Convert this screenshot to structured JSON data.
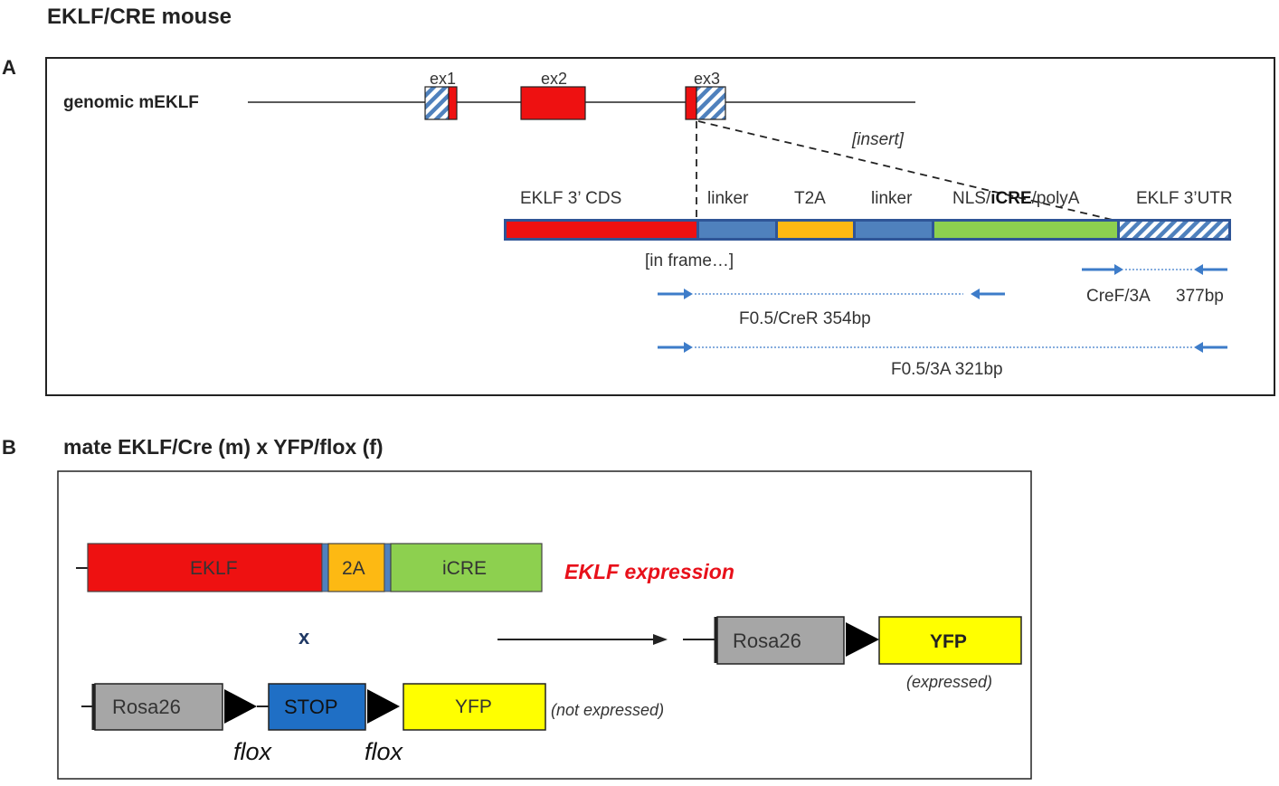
{
  "title": "EKLF/CRE mouse",
  "panel_a": {
    "letter": "A",
    "genomic_label": "genomic mEKLF",
    "exons": [
      "ex1",
      "ex2",
      "ex3"
    ],
    "insert_label": "[insert]",
    "segments": [
      "EKLF 3’ CDS",
      "linker",
      "T2A",
      "linker",
      "NLS/",
      "iCRE",
      "/polyA",
      "EKLF 3’UTR"
    ],
    "in_frame_label": "[in frame…]",
    "primers": [
      {
        "name": "CreF/3A",
        "size": "377bp"
      },
      {
        "label": "F0.5/CreR 354bp"
      },
      {
        "label": "F0.5/3A 321bp"
      }
    ]
  },
  "panel_b": {
    "letter": "B",
    "title": "mate EKLF/Cre (m) x YFP/flox (f)",
    "construct": [
      "EKLF",
      "2A",
      "iCRE"
    ],
    "expression_label": "EKLF expression",
    "cross_symbol": "x",
    "reporter": [
      "Rosa26",
      "STOP",
      "YFP"
    ],
    "not_expressed": "(not expressed)",
    "flox_labels": [
      "flox",
      "flox"
    ],
    "result": [
      "Rosa26",
      "YFP"
    ],
    "expressed": "(expressed)"
  },
  "colors": {
    "red": "#ee1111",
    "blue": "#4f81bd",
    "orange": "#fdb913",
    "green": "#8dd04f",
    "yellow": "#ffff00",
    "gray": "#a6a6a6",
    "stop_blue": "#1f6fc5",
    "primer_blue": "#3d7cc9"
  }
}
